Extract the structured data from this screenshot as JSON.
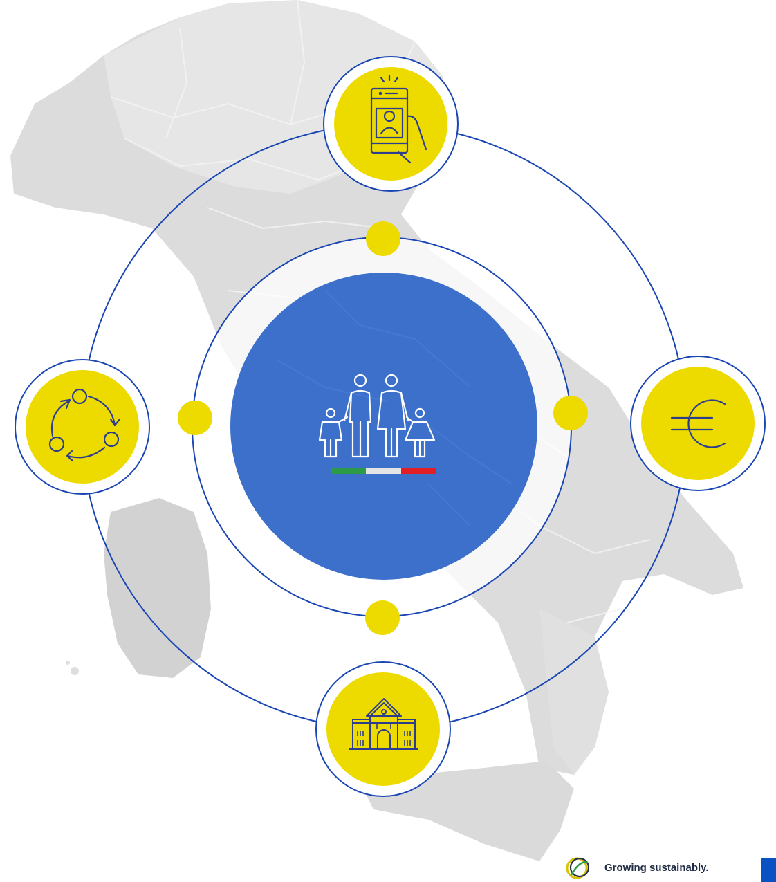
{
  "footer": {
    "slogan": "Growing sustainably."
  },
  "colors": {
    "map_fill": "#d4d4d4",
    "map_fill_light": "#e1e1e1",
    "ring_stroke": "#1a46b4",
    "accent_yellow": "#eddb00",
    "center_blue": "#3b6fc9",
    "icon_stroke": "#2b3d8c",
    "flag_green": "#2c9b48",
    "flag_white": "#e4e4e4",
    "flag_red": "#e31f26",
    "brand_blue": "#0a52c4"
  },
  "nodes": [
    {
      "id": "top",
      "icon": "smartphone-user-icon"
    },
    {
      "id": "right",
      "icon": "euro-icon"
    },
    {
      "id": "bottom",
      "icon": "school-building-icon"
    },
    {
      "id": "left",
      "icon": "cycle-arrows-icon"
    }
  ],
  "center": {
    "icon": "family-icon"
  }
}
